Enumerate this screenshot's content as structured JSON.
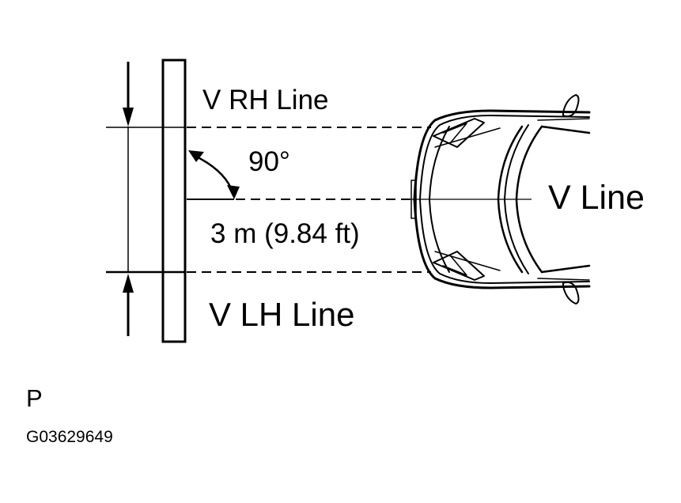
{
  "diagram": {
    "type": "headlight-aim-setup",
    "labels": {
      "v_rh_line": "V RH Line",
      "angle": "90°",
      "distance": "3 m (9.84 ft)",
      "v_lh_line": "V LH Line",
      "v_line": "V Line"
    },
    "footer": {
      "letter": "P",
      "figure_code": "G03629649"
    },
    "elements": {
      "wall": "vertical screen/wall rectangle",
      "vehicle": "car front, top view, facing wall",
      "dimension_arrows": "inward arrows marking spacing between V RH and V LH lines",
      "angle_arc": "double-headed arc showing 90° between wall and V line"
    },
    "colors": {
      "ink": "#000000",
      "background": "#ffffff"
    }
  }
}
